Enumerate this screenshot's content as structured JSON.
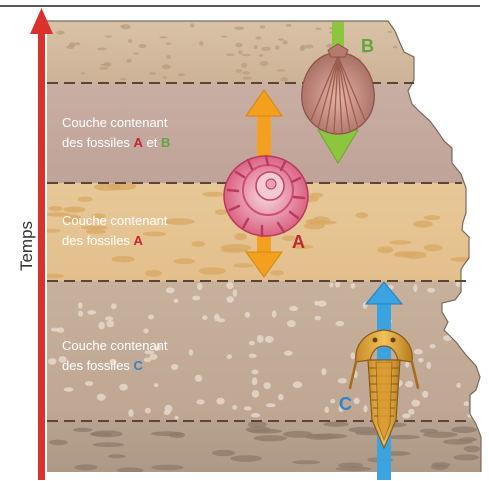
{
  "time_axis": {
    "label": "Temps",
    "color": "#d9312b"
  },
  "layers": [
    {
      "line1": "Couche contenant",
      "line2_prefix": "des fossiles ",
      "letter_1": "A",
      "conj": " et ",
      "letter_2": "B"
    },
    {
      "line1": "Couche contenant",
      "line2_prefix": "des fossiles ",
      "letter_1": "A"
    },
    {
      "line1": "Couche contenant",
      "line2_prefix": "des fossiles ",
      "letter_1": "C"
    }
  ],
  "fossils": {
    "A": {
      "label": "A",
      "name": "ammonite",
      "color": "#c0272d",
      "arrow_color": "#f2a01e"
    },
    "B": {
      "label": "B",
      "name": "shell",
      "color": "#5fa640",
      "arrow_color": "#8cc63f"
    },
    "C": {
      "label": "C",
      "name": "trilobite",
      "color": "#2e86c8",
      "arrow_color": "#3aa3e0"
    }
  }
}
